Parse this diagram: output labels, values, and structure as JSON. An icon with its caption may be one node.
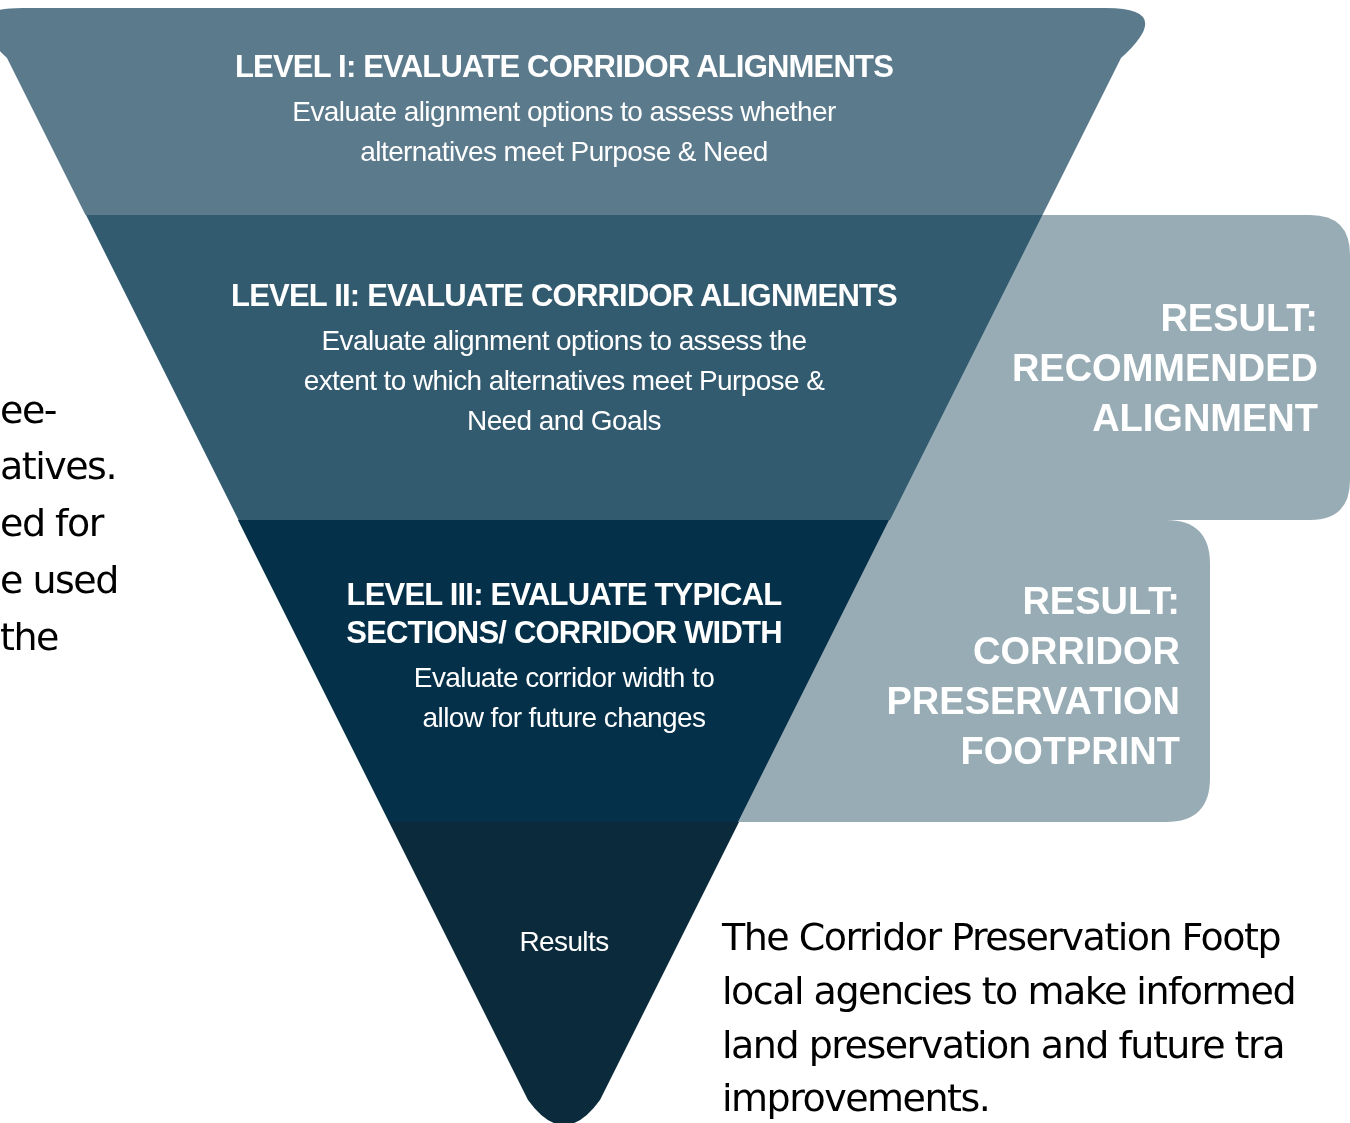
{
  "diagram": {
    "nodes": [
      {
        "text": [
          "LEVEL I: EVALUATE CORRIDOR ALIGNMENTS",
          "Evaluate alignment options to assess whether alternatives meet Purpose & Need"
        ]
      },
      {
        "text": [
          "LEVEL II: EVALUATE CORRIDOR ALIGNMENTS",
          "Evaluate alignment options to assess the extent to which alternatives meet Purpose & Need and Goals"
        ]
      },
      {
        "text": [
          "LEVEL III: EVALUATE TYPICAL SECTIONS/ CORRIDOR WIDTH",
          "Evaluate corridor width to allow for future changes"
        ]
      },
      {
        "text": [
          "Results"
        ]
      },
      {
        "text": [
          "RESULT: RECOMMENDED ALIGNMENT"
        ]
      },
      {
        "text": [
          "RESULT: CORRIDOR PRESERVATION FOOTPRINT"
        ]
      }
    ],
    "labels": [
      "ee-",
      "atives.",
      "ed for",
      "e used",
      "the",
      "The Corridor Preservation Footp",
      "local agencies to make informed",
      "land preservation and future tra",
      "improvements."
    ]
  }
}
